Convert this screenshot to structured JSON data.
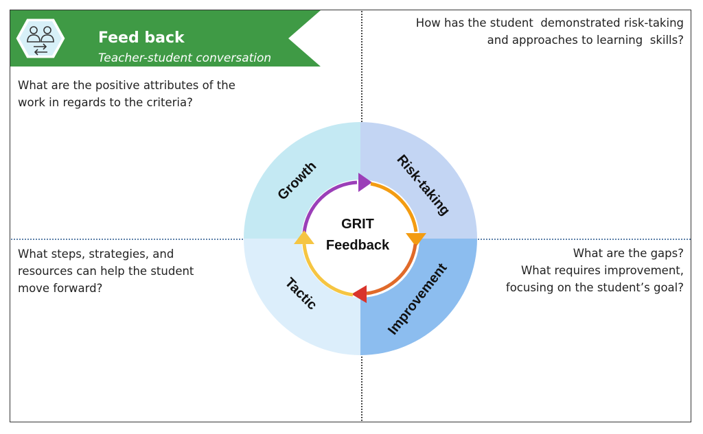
{
  "header": {
    "title": "Feed back",
    "subtitle": "Teacher-student conversation",
    "icon": "teacher-student-exchange-icon"
  },
  "questions": {
    "top_left": [
      "What are the positive attributes of the",
      "work in regards to the criteria?"
    ],
    "top_right": [
      "How has the student  demonstrated risk-taking",
      "and approaches to learning  skills?"
    ],
    "bottom_left": [
      "What steps, strategies, and",
      "resources can help the student",
      "move forward?"
    ],
    "bottom_right": [
      "What are the gaps?",
      "What requires improvement,",
      "focusing on the student’s goal?"
    ]
  },
  "diagram": {
    "center_line1": "GRIT",
    "center_line2": "Feedback",
    "quadrants": {
      "top_left": "Growth",
      "top_right": "Risk-taking",
      "bottom_right": "Improvement",
      "bottom_left": "Tactic"
    }
  },
  "colors": {
    "banner_green": "#3f9a45",
    "banner_border": "#ffffff",
    "growth_bg": "#c4e9f3",
    "risk_bg": "#c3d5f3",
    "improvement_bg": "#8cbdef",
    "tactic_bg": "#dceefb",
    "arrow_purple": "#9b3fb8",
    "arrow_orange": "#f39c12",
    "arrow_red": "#d9342b",
    "arrow_yellow": "#f5c542"
  }
}
